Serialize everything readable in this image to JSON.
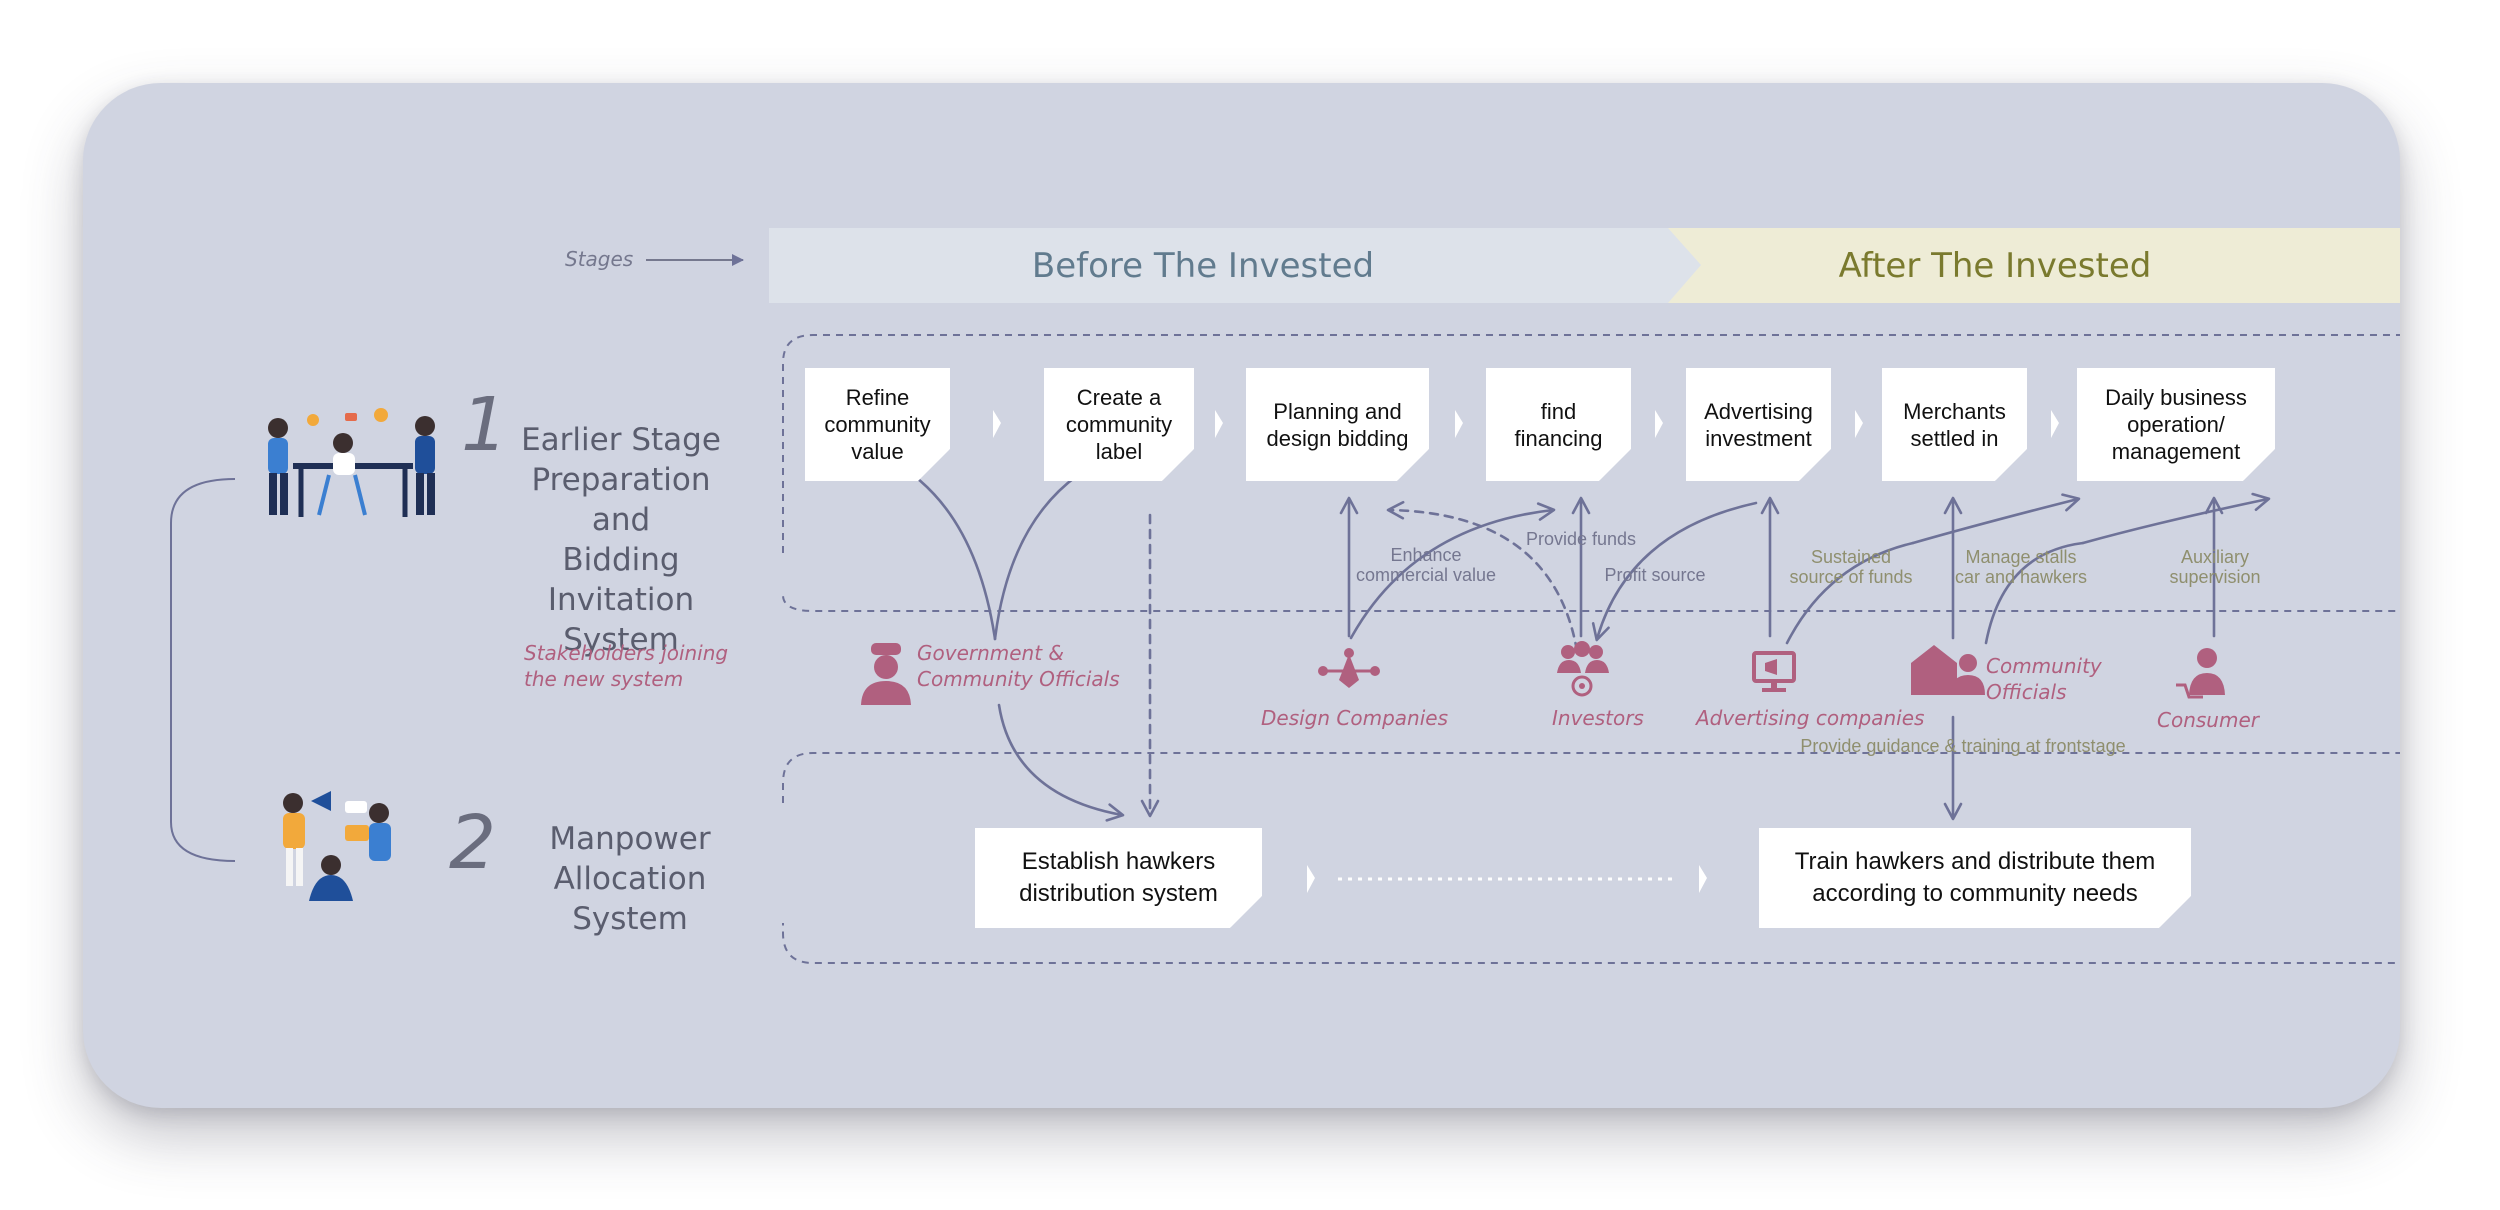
{
  "stages": {
    "label": "Stages",
    "before": "Before The Invested",
    "after": "After The Invested"
  },
  "systems": {
    "one": {
      "number": "1",
      "title": "Earlier Stage\nPreparation and\nBidding Invitation\nSystem"
    },
    "two": {
      "number": "2",
      "title": "Manpower\nAllocation System"
    }
  },
  "steps": [
    {
      "label": "Refine\ncommunity\nvalue"
    },
    {
      "label": "Create a\ncommunity\nlabel"
    },
    {
      "label": "Planning and\ndesign bidding"
    },
    {
      "label": "find\nfinancing"
    },
    {
      "label": "Advertising\ninvestment"
    },
    {
      "label": "Merchants\nsettled in"
    },
    {
      "label": "Daily business\noperation/\nmanagement"
    }
  ],
  "manpower_steps": [
    {
      "label": "Establish hawkers\ndistribution system"
    },
    {
      "label": "Train hawkers and distribute them\naccording to community needs"
    }
  ],
  "stakeholders": {
    "heading": "Stakeholders joining\nthe new system",
    "items": [
      {
        "label": "Government &\nCommunity Officials",
        "icon": "government-official-icon"
      },
      {
        "label": "Design Companies",
        "icon": "design-pen-icon"
      },
      {
        "label": "Investors",
        "icon": "investors-group-icon"
      },
      {
        "label": "Advertising companies",
        "icon": "advertising-monitor-icon"
      },
      {
        "label": "Community\nOfficials",
        "icon": "community-building-icon"
      },
      {
        "label": "Consumer",
        "icon": "consumer-cart-icon"
      }
    ]
  },
  "flow_labels": {
    "enhance": "Enhance\ncommercial value",
    "provide_funds": "Provide funds",
    "profit_source": "Profit source",
    "sustained": "Sustained\nsource of funds",
    "manage_stalls": "Manage stalls\ncar and hawkers",
    "auxiliary": "Auxiliary\nsupervision",
    "guidance": "Provide guidance & training at frontstage"
  },
  "colors": {
    "card": "#d0d4e1",
    "before_band": "#dde2ea",
    "before_text": "#617b8e",
    "after_band": "#eeecd6",
    "after_text": "#7a7a2e",
    "arrow": "#6e7298",
    "stakeholder": "#b0607f"
  }
}
